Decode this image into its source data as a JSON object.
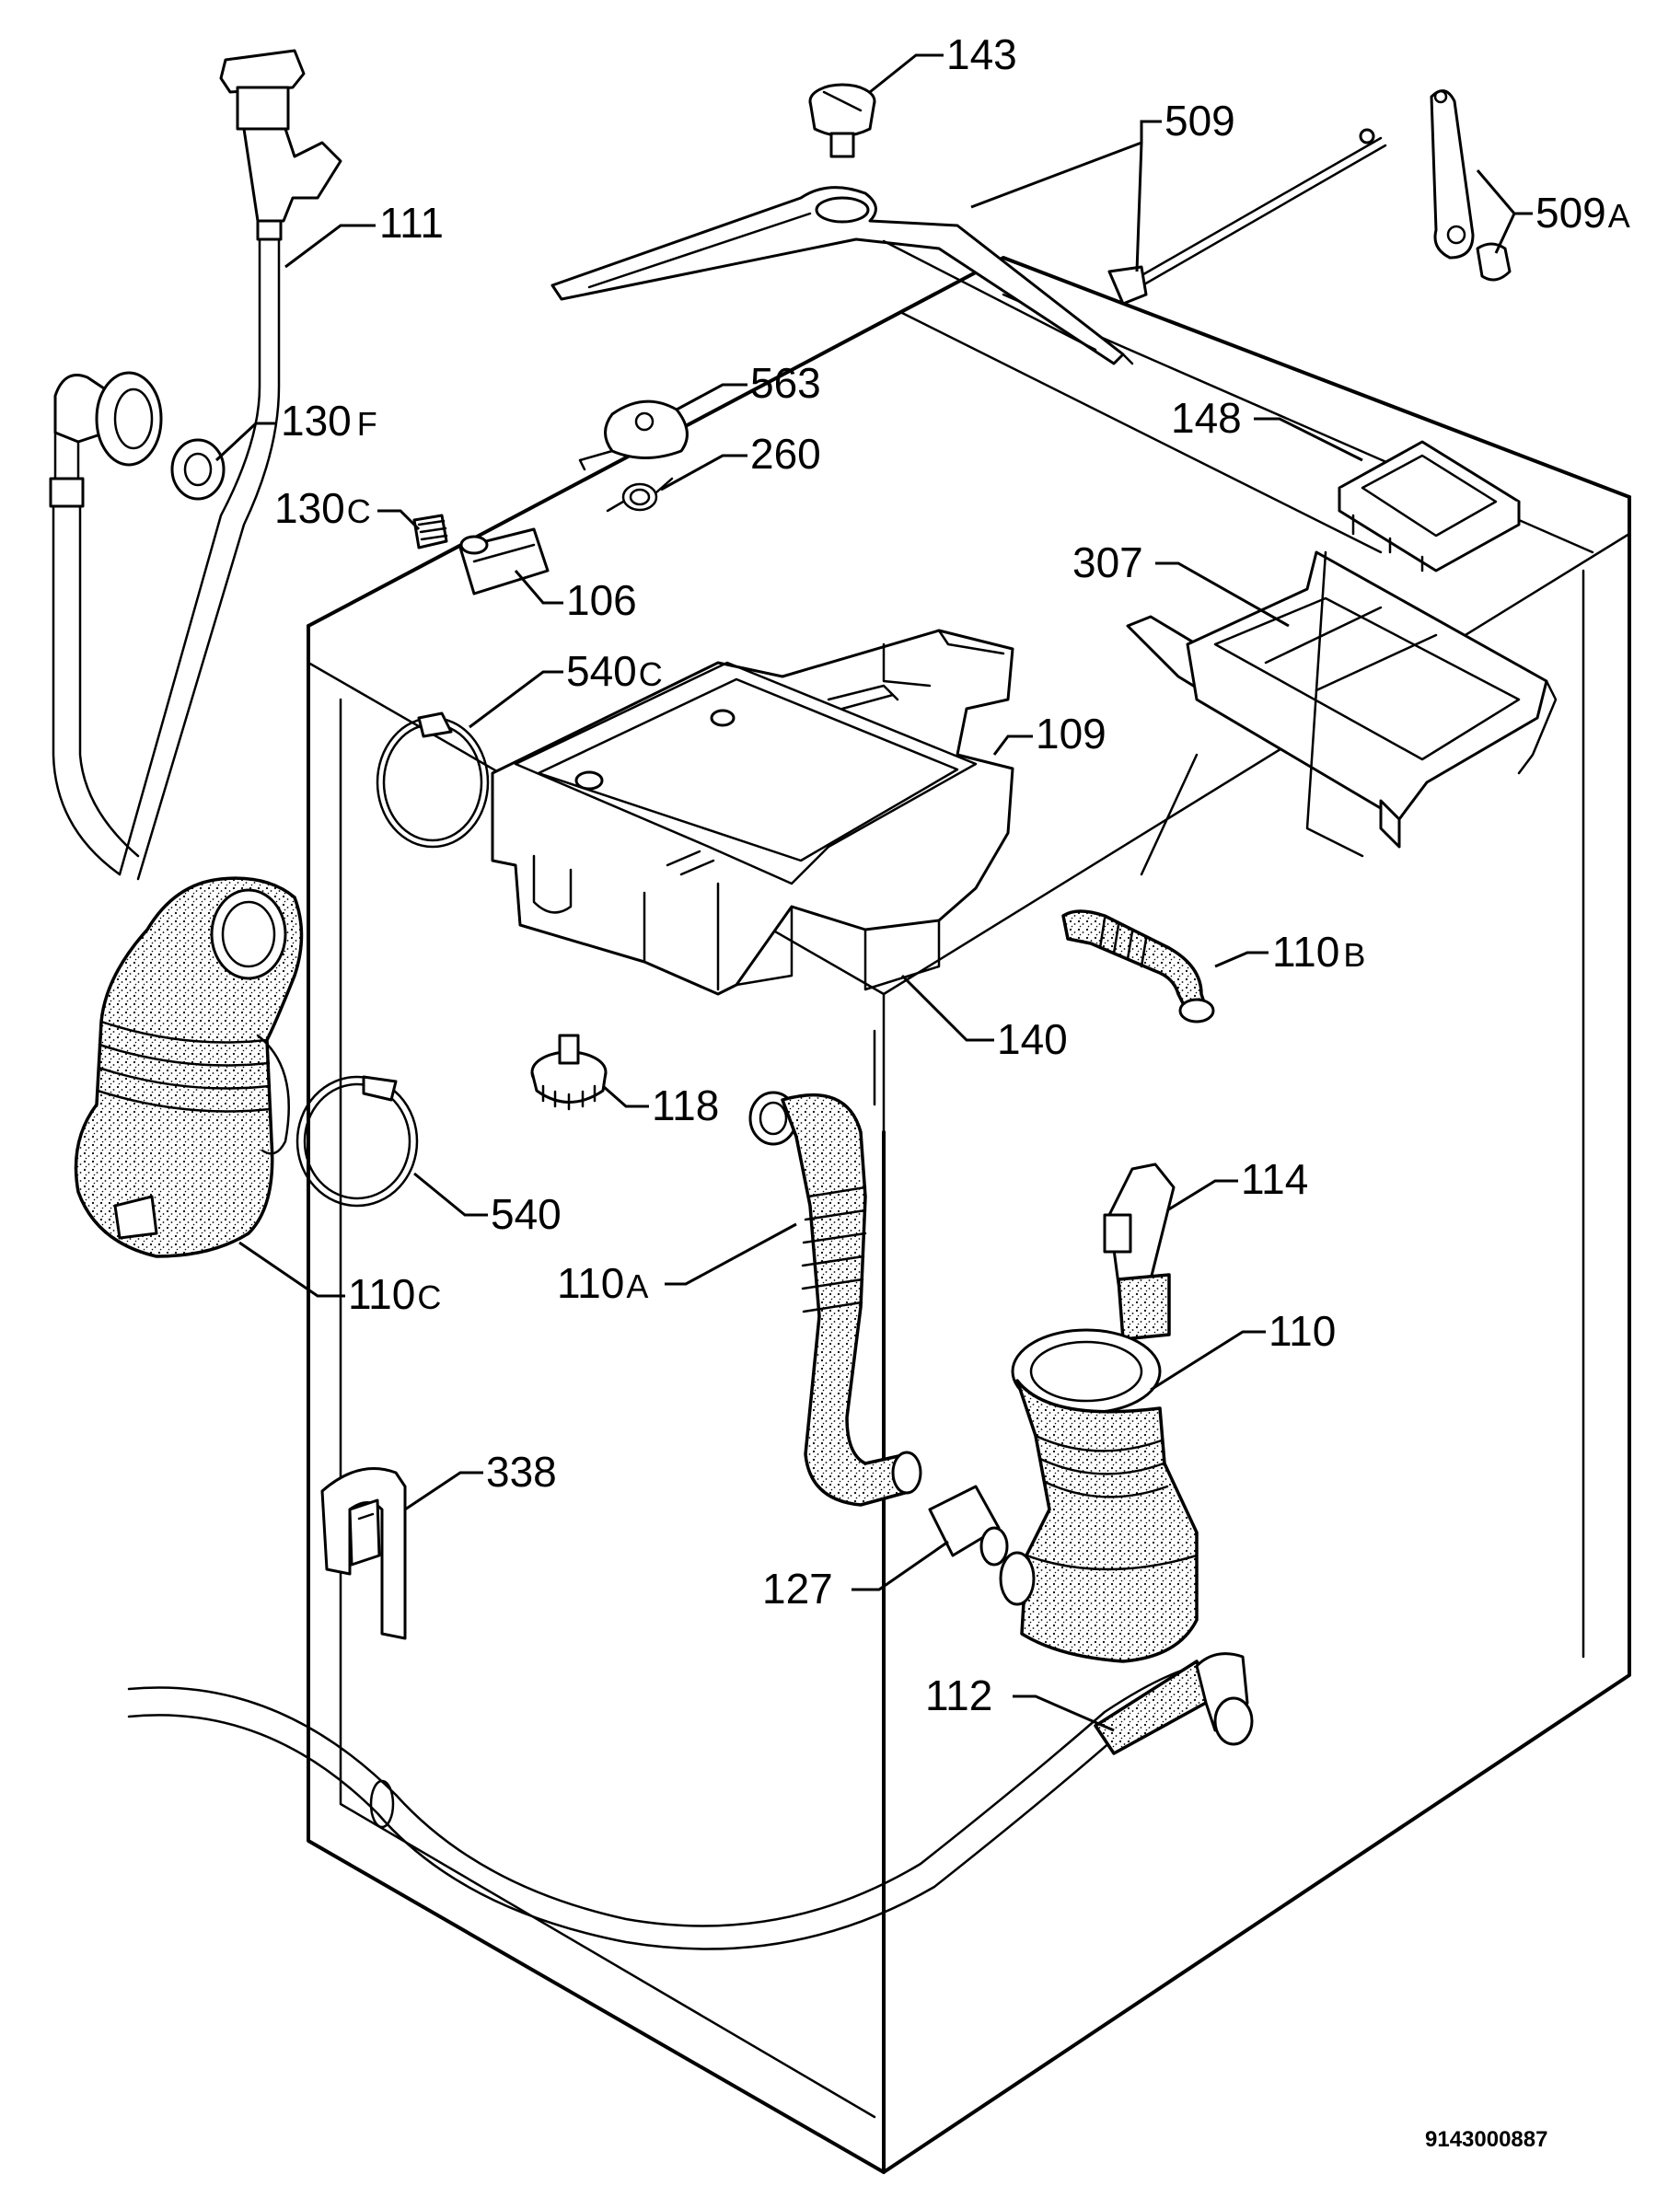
{
  "labels": {
    "l111": "111",
    "l130f": "130",
    "l130f_sfx": "F",
    "l130c": "130",
    "l130c_sfx": "C",
    "l563": "563",
    "l260": "260",
    "l106": "106",
    "l143": "143",
    "l509": "509",
    "l509a": "509",
    "l509a_sfx": "A",
    "l148": "148",
    "l307": "307",
    "l540c": "540",
    "l540c_sfx": "C",
    "l109": "109",
    "l110b": "110",
    "l110b_sfx": "B",
    "l140": "140",
    "l118": "118",
    "l540": "540",
    "l110c": "110",
    "l110c_sfx": "C",
    "l110a": "110",
    "l110a_sfx": "A",
    "l114": "114",
    "l110": "110",
    "l338": "338",
    "l127": "127",
    "l112": "112"
  },
  "drawing_code": "9143000887"
}
